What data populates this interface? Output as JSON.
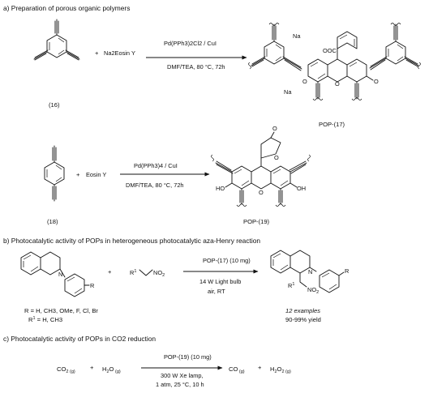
{
  "section_a": {
    "title": "a) Preparation of porous organic polymers",
    "reaction1": {
      "plus": "+",
      "reagent": "Na2Eosin Y",
      "conditions_top": "Pd(PPh3)2Cl2 / CuI",
      "conditions_bottom": "DMF/TEA, 80 °C, 72h",
      "start_label": "(16)",
      "product_label": "POP-(17)",
      "product_atoms": [
        "Na",
        "Na",
        "OOC",
        "O",
        "O",
        "O"
      ]
    },
    "reaction2": {
      "plus": "+",
      "reagent": "Eosin Y",
      "conditions_top": "Pd(PPh3)4 / CuI",
      "conditions_bottom": "DMF/TEA, 80 °C, 72h",
      "start_label": "(18)",
      "product_label": "POP-(19)",
      "product_atoms": [
        "O",
        "O",
        "O",
        "HO",
        "OH"
      ]
    }
  },
  "section_b": {
    "title": "b) Photocatalytic activity of POPs in heterogeneous photocatalytic aza-Henry reaction",
    "plus": "+",
    "substrate_atoms": [
      "N",
      "R"
    ],
    "reagent": "R1 NO2",
    "conditions_top": "POP-(17) (10 mg)",
    "conditions_bottom1": "14 W Light bulb",
    "conditions_bottom2": "air, RT",
    "product_atoms": [
      "N",
      "R",
      "R1",
      "NO2"
    ],
    "r_def": "R = H, CH3, OMe, F, Cl, Br",
    "r1_def": "R1 = H, CH3",
    "examples": "12 examples",
    "yield": "90-99% yield"
  },
  "section_c": {
    "title": "c) Photocatalytic activity of POPs in CO2 reduction",
    "reactant1": "CO2 (g)",
    "plus1": "+",
    "reactant2": "H2O (g)",
    "conditions_top": "POP-(19) (10 mg)",
    "conditions_bottom1": "300 W Xe lamp,",
    "conditions_bottom2": "1 atm, 25 °C, 10 h",
    "product1": "CO (g)",
    "plus2": "+",
    "product2": "H2O2 (g)"
  }
}
